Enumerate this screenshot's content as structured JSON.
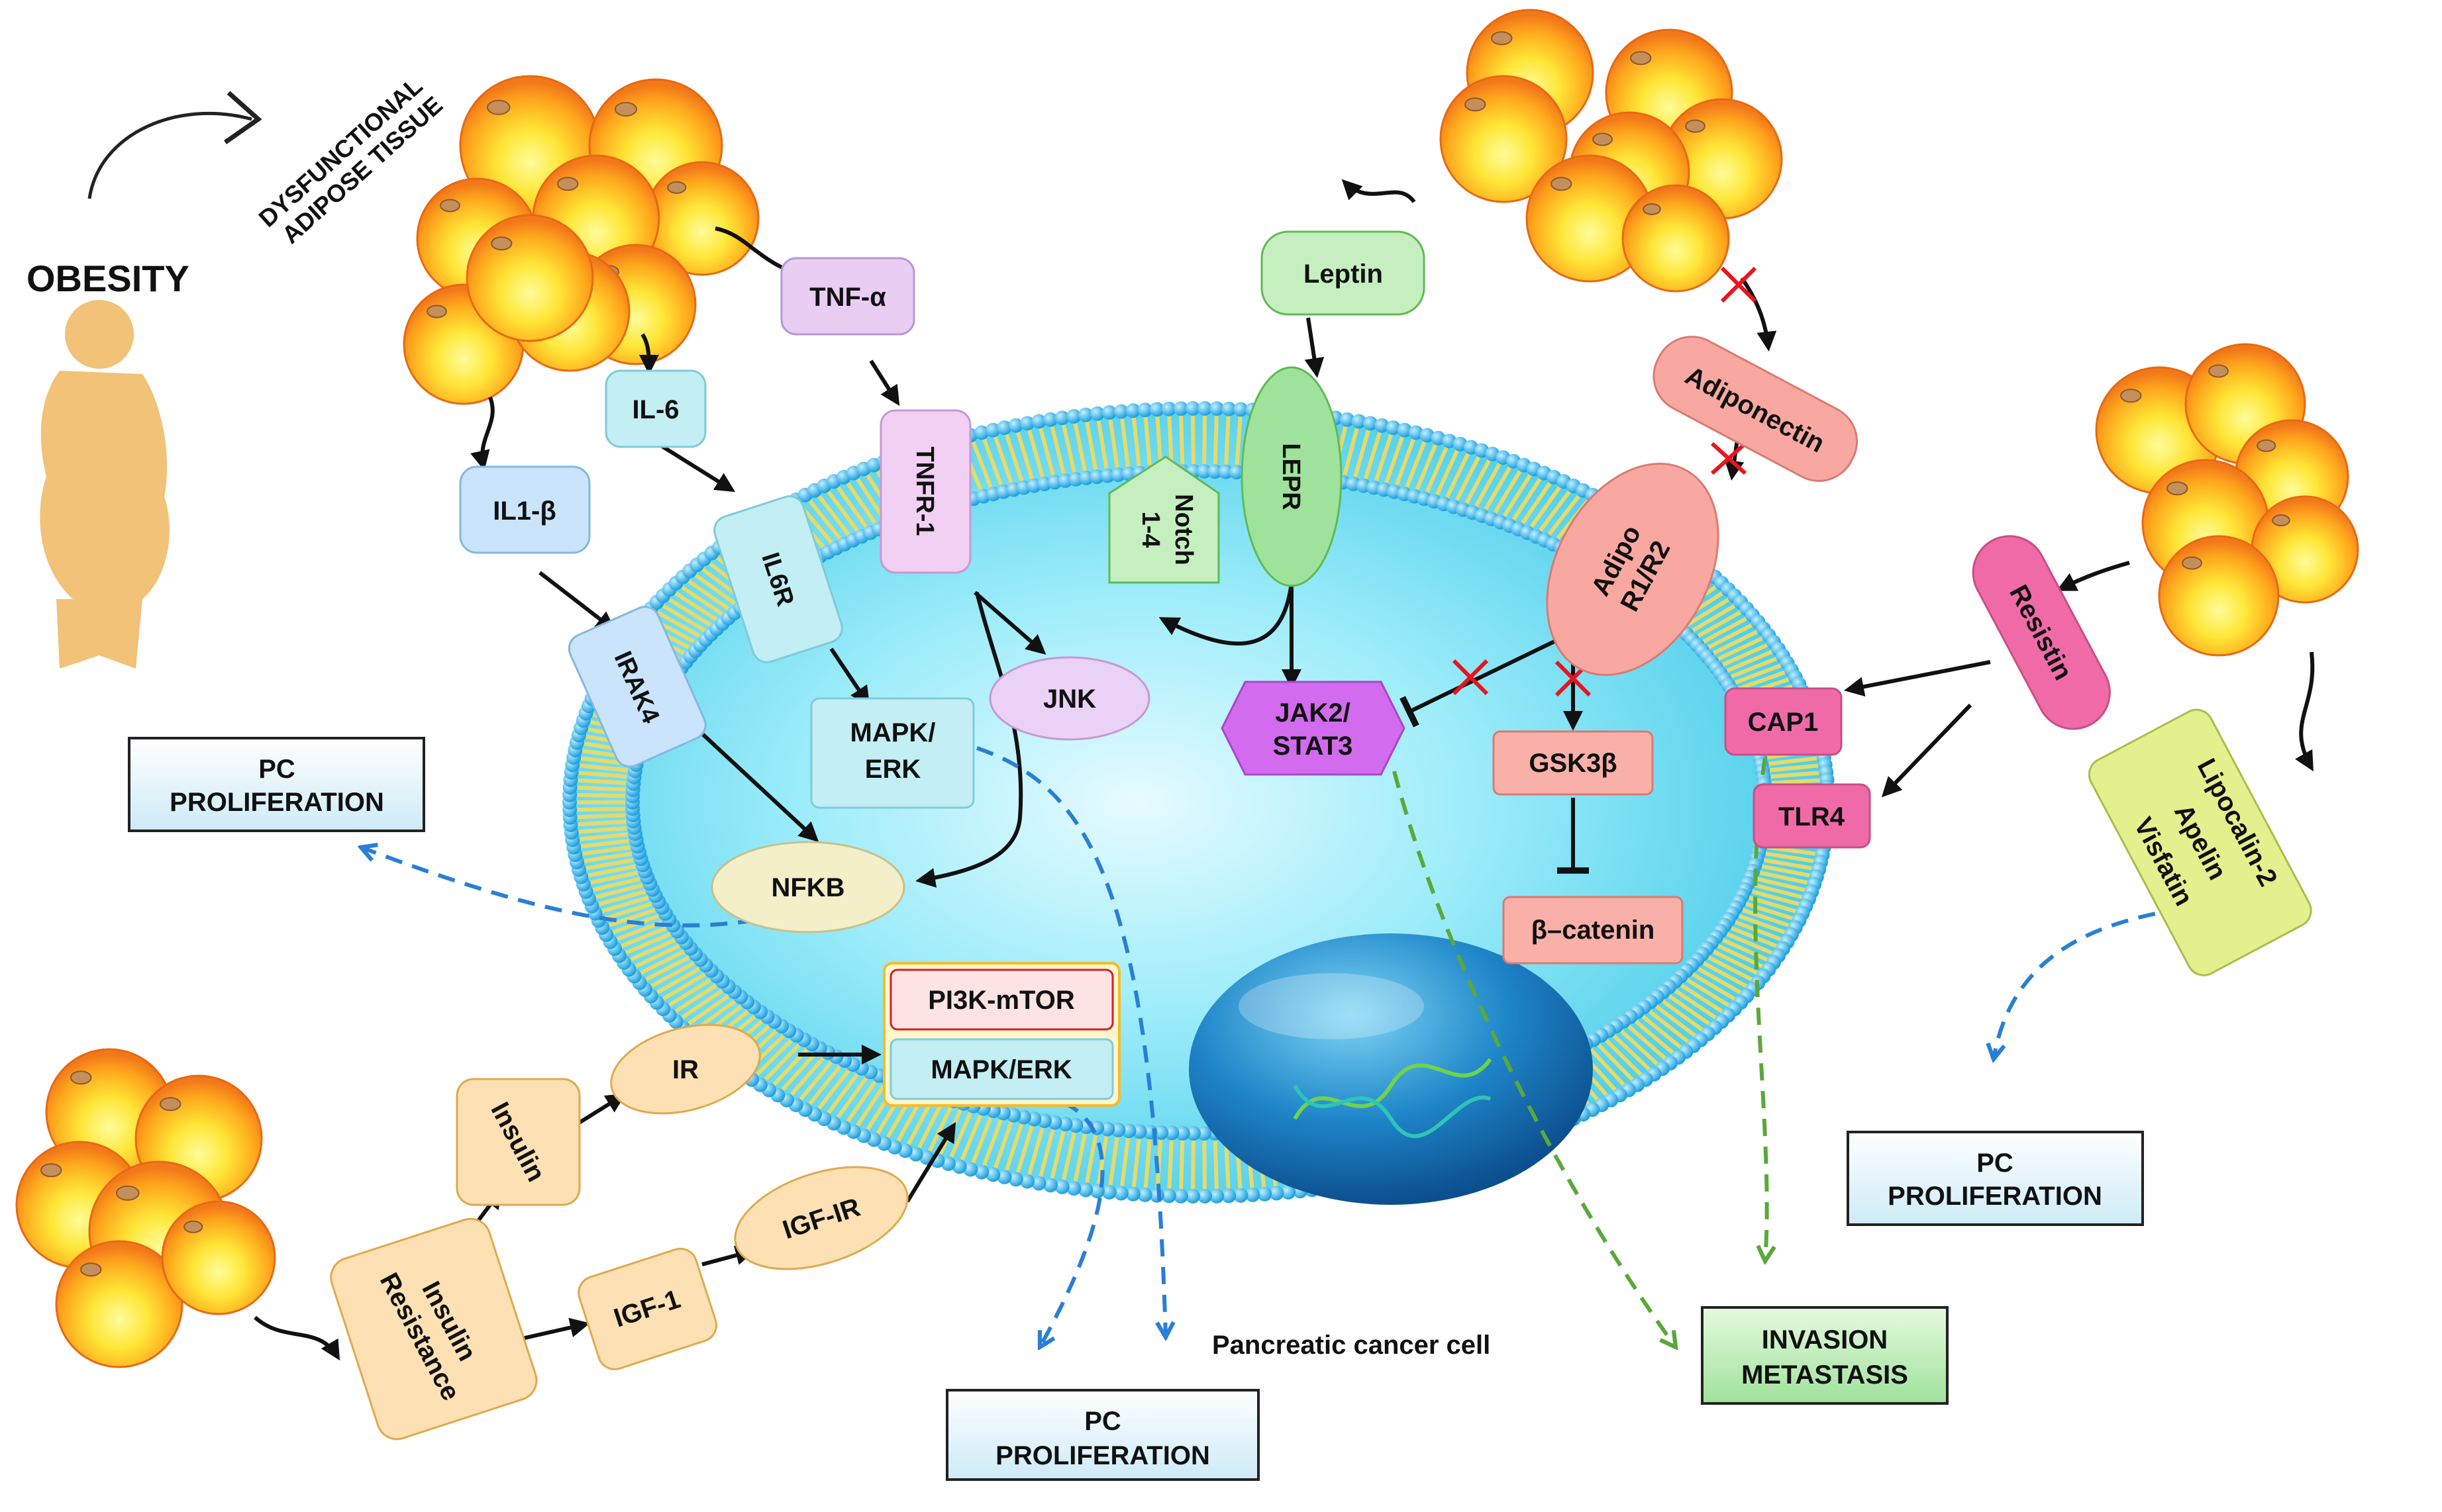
{
  "title": "",
  "obesity": {
    "label": "OBESITY",
    "caption": "DYSFUNCTIONAL ADIPOSE TISSUE",
    "caption_line1": "DYSFUNCTIONAL",
    "caption_line2": "ADIPOSE TISSUE"
  },
  "cell_label": "Pancreatic cancer cell",
  "adipokines": {
    "tnf": "TNF-α",
    "il6": "IL-6",
    "il1b": "IL1-β",
    "leptin": "Leptin",
    "adiponectin": "Adiponectin",
    "resistin": "Resistin",
    "lipocalin": [
      "Lipocalin-2",
      "Apelin",
      "Visfatin"
    ]
  },
  "receptors": {
    "tnfr1": "TNFR-1",
    "il6r": "IL6R",
    "irak4": "IRAK4",
    "notch": [
      "Notch",
      "1-4"
    ],
    "lepr": "LEPR",
    "adipor": [
      "Adipo",
      "R1/R2"
    ],
    "cap1": "CAP1",
    "tlr4": "TLR4",
    "ir": "IR",
    "igfir": "IGF-IR"
  },
  "intracellular": {
    "jnk": "JNK",
    "mapk_erk": [
      "MAPK/",
      "ERK"
    ],
    "nfkb": "NFKB",
    "jak_stat": [
      "JAK2/",
      "STAT3"
    ],
    "gsk3b": "GSK3β",
    "bcatenin": "β–catenin",
    "pi3k": "PI3K-mTOR",
    "mapk_erk2": "MAPK/ERK"
  },
  "insulin_axis": {
    "insulin": "Insulin",
    "resistance": [
      "Insulin",
      "Resistance"
    ],
    "igf1": "IGF-1"
  },
  "outcomes": {
    "pc_prolif_left": [
      "PC",
      "PROLIFERATION"
    ],
    "pc_prolif_right": [
      "PC",
      "PROLIFERATION"
    ],
    "pc_prolif_bottom": [
      "PC",
      "PROLIFERATION"
    ],
    "invasion": [
      "INVASION",
      "METASTASIS"
    ]
  },
  "colors": {
    "cyto": "#56d6ec",
    "membrane_head": "#3cb8ec",
    "tail": "#e6da6a",
    "pink": "#f7c9d4",
    "green": "#c6efc0",
    "blue": "#c9eaf3",
    "lilac": "#e8cdf2",
    "magenta": "#f06aa8",
    "salmon": "#f8a8a0",
    "lime": "#e2f08e",
    "peach": "#fde1b4",
    "purple": "#d26bee"
  }
}
